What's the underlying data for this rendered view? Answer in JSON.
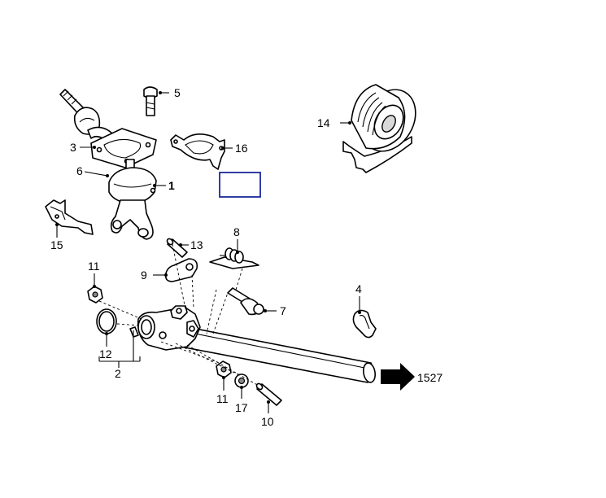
{
  "diagram": {
    "labels": {
      "p1": "1",
      "p2": "2",
      "p3": "3",
      "p4": "4",
      "p5": "5",
      "p6": "6",
      "p7": "7",
      "p8": "8",
      "p9": "9",
      "p10": "10",
      "p11a": "11",
      "p11b": "11",
      "p12": "12",
      "p13": "13",
      "p14": "14",
      "p15": "15",
      "p16": "16",
      "p17": "17",
      "ref1527": "1527"
    },
    "highlight_color": "#1a2a9a"
  }
}
